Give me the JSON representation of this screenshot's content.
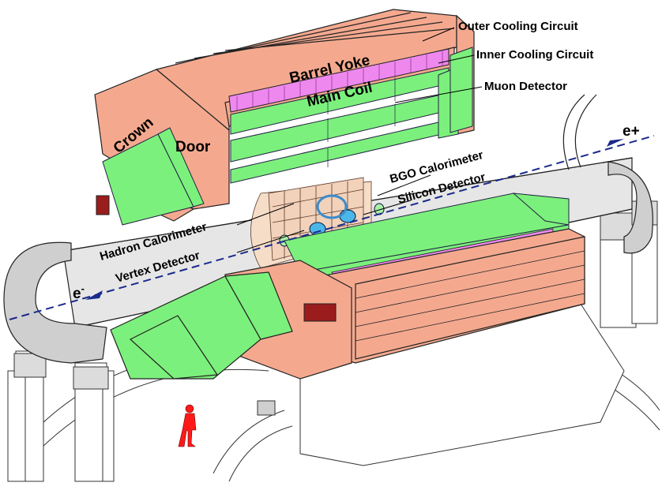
{
  "diagram": {
    "labels": {
      "outer_cooling": "Outer Cooling Circuit",
      "inner_cooling": "Inner Cooling Circuit",
      "muon": "Muon Detector",
      "barrel_yoke": "Barrel Yoke",
      "main_coil": "Main Coil",
      "crown": "Crown",
      "door": "Door",
      "bgo": "BGO Calorimeter",
      "silicon": "Silicon Detector",
      "hadron": "Hadron Calorimeter",
      "vertex": "Vertex Detector",
      "e_minus": "e",
      "e_minus_sup": "-",
      "e_plus": "e+"
    },
    "colors": {
      "yoke": "#f4a98f",
      "muon": "#7cf07c",
      "coil": "#ee88ee",
      "pipe": "#e6e6e6",
      "support": "#ffffff",
      "calorimeter": "#f6ddc8",
      "marker": "#9b1c1c",
      "person": "#ff1a1a",
      "beam": "#1a2a8c"
    }
  }
}
